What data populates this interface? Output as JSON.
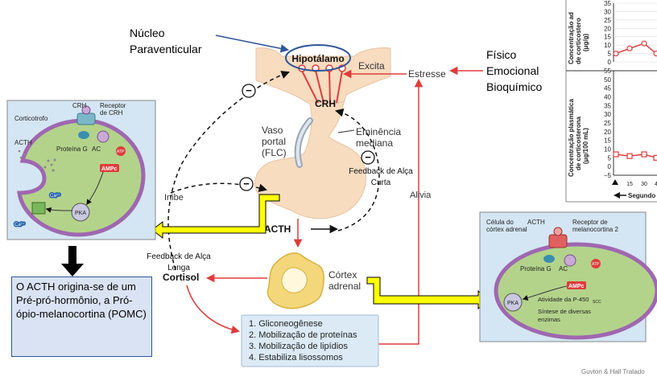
{
  "labels": {
    "nucleo_line1": "Núcleo",
    "nucleo_line2": "Paraventicular",
    "fisico": "Físico",
    "emocional": "Emocional",
    "bioquimico": "Bioquímico",
    "hipotalamo": "Hipotálamo",
    "excita": "Excita",
    "estresse": "Estresse",
    "crh_center": "CRH",
    "vaso_l1": "Vaso",
    "vaso_l2": "portal",
    "vaso_l3": "(FLC)",
    "eminencia_l1": "Eminência",
    "eminencia_l2": "mediana",
    "feedback_curta_l1": "Feedback de Alça",
    "feedback_curta_l2": "Curta",
    "inibe": "Inibe",
    "alivia": "Alivia",
    "acth": "ACTH",
    "feedback_longa_l1": "Feedback de Alça",
    "feedback_longa_l2": "Longa",
    "cortisol": "Cortisol",
    "cortex_l1": "Córtex",
    "cortex_l2": "adrenal",
    "minus": "−"
  },
  "effects": [
    "1. Gliconeogênese",
    "2. Mobilização de proteínas",
    "3. Mobilização de lipídios",
    "4. Estabiliza lisossomos"
  ],
  "note": {
    "text": "O ACTH origina-se de um Pré-pró-hormônio, a Pró-ópio-melanocortina (POMC)"
  },
  "left_panel": {
    "crh": "CRH",
    "receptor_l1": "Receptor",
    "receptor_l2": "de CRH",
    "corticotrofo": "Corticotrofo",
    "proteina_g": "Proteína G",
    "ac": "AC",
    "atp": "ATP",
    "acth": "ACTH",
    "ampc": "AMPc",
    "ca": "Ca²⁺",
    "pka": "PKA"
  },
  "right_panel": {
    "celula_l1": "Célula do",
    "celula_l2": "córtex adrenal",
    "acth": "ACTH",
    "receptor_l1": "Receptor de",
    "receptor_l2": "melanocortina 2",
    "proteina_g": "Proteína G",
    "ac": "AC",
    "atp": "ATP",
    "ampc": "AMPc",
    "pka": "PKA",
    "atividade": "Atividade da P-450",
    "atividade_sub": "SCC",
    "sintese_l1": "Síntese de diversas",
    "sintese_l2": "enzimas"
  },
  "graph_panel": {
    "ylabel_top_l1": "Concentração ad",
    "ylabel_top_l2": "de corticostero",
    "ylabel_top_l3": "(μg/g)",
    "ylabel_bottom_l1": "Concentração plasmática",
    "ylabel_bottom_l2": "de corticosterona",
    "ylabel_bottom_l3": "(μg/100 mL)",
    "top_ticks": [
      "35",
      "30",
      "25",
      "20",
      "15",
      "10",
      "5",
      "0"
    ],
    "bottom_ticks": [
      "55",
      "50",
      "45",
      "40",
      "35",
      "30",
      "25",
      "20",
      "15",
      "10",
      "5",
      "0",
      "−5"
    ],
    "x_ticks": [
      "15",
      "30",
      "4"
    ],
    "xlabel": "Segundo",
    "top_values": [
      5,
      8,
      11,
      5
    ],
    "bottom_values": [
      7,
      6,
      7,
      5
    ]
  },
  "credit": "Guvton & Hall Tratado",
  "colors": {
    "hormone_red": "#e03c3c",
    "label_blue": "#2f5597",
    "yellow_arrow": "#ffff00",
    "note_fill": "#dae3f3",
    "gland_fill": "#f7dcc0",
    "cortex_fill": "#f3d77a",
    "panel_fill": "#d4e6f3",
    "cell_fill": "#b3d38b"
  }
}
